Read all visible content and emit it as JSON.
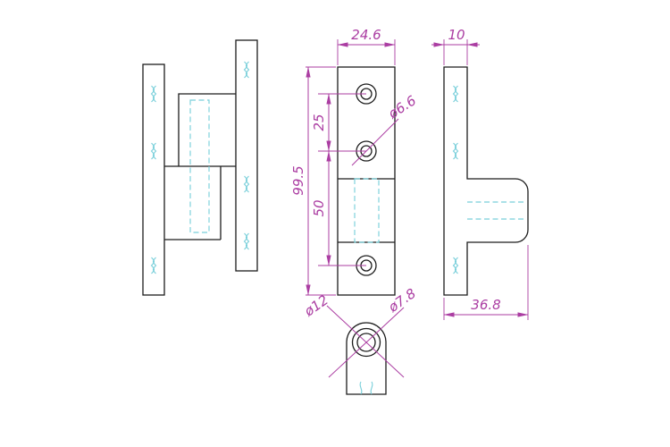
{
  "drawing": {
    "colors": {
      "outline": "#1c1c1c",
      "hidden_lines": "#79cfda",
      "dimension_lines": "#ab3da2",
      "background": "#ffffff"
    },
    "dimensions": {
      "leaf_width": "24.6",
      "plate_thickness": "10",
      "hole_diameter": "ø6.6",
      "hole_spacing_upper": "25",
      "leaf_height": "99.5",
      "hole_spacing_lower": "50",
      "knuckle_diameter": "ø12",
      "pin_hole_diameter": "ø7.8",
      "overall_depth": "36.8"
    }
  }
}
